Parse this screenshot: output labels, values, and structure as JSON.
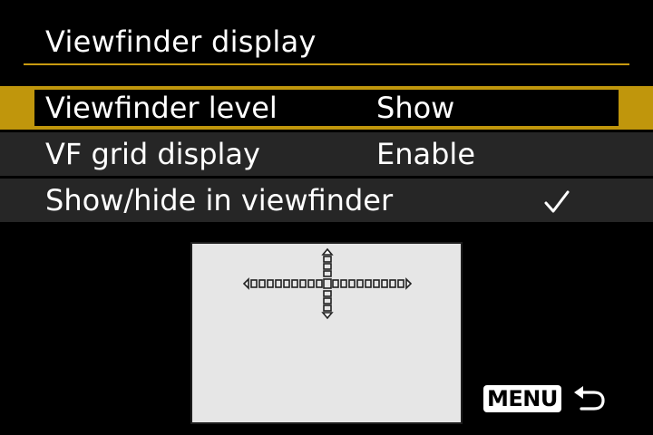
{
  "screen": {
    "title": "Viewfinder display"
  },
  "menu": {
    "items": [
      {
        "label": "Viewfinder level",
        "value": "Show",
        "selected": true
      },
      {
        "label": "VF grid display",
        "value": "Enable",
        "selected": false
      },
      {
        "label": "Show/hide in viewfinder",
        "value": "",
        "selected": false,
        "icon": "checkmark-icon"
      }
    ]
  },
  "preview": {
    "icon": "electronic-level-icon"
  },
  "footer": {
    "menu_label": "MENU",
    "return_icon": "return-arrow-icon"
  },
  "colors": {
    "accent": "#c0960c",
    "row_background": "#262626",
    "background": "#000000",
    "preview_background": "#e6e6e6"
  }
}
